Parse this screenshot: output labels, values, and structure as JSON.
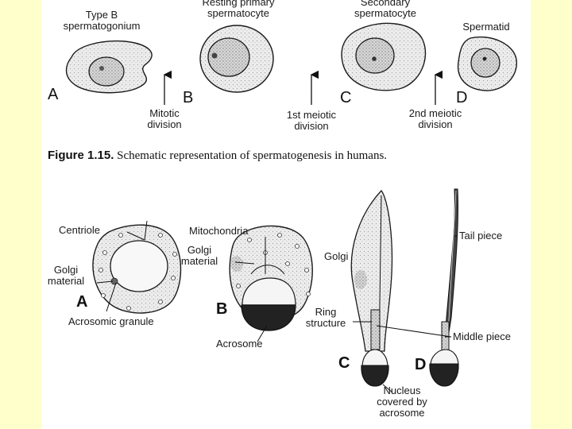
{
  "top_panel": {
    "cells": [
      {
        "name": "Type B\nspermatogonium",
        "letter": "A"
      },
      {
        "name": "Resting primary\nspermatocyte",
        "letter": "B"
      },
      {
        "name": "Secondary\nspermatocyte",
        "letter": "C"
      },
      {
        "name": "Spermatid",
        "letter": "D"
      }
    ],
    "divisions": [
      "Mitotic\ndivision",
      "1st meiotic\ndivision",
      "2nd meiotic\ndivision"
    ]
  },
  "caption": {
    "figure": "Figure 1.15.",
    "text": "Schematic representation of spermatogenesis in humans."
  },
  "bottom_panel": {
    "letters": [
      "A",
      "B",
      "C",
      "D"
    ],
    "labels": {
      "centriole": "Centriole",
      "golgi_material_a": "Golgi\nmaterial",
      "acrosomic_granule": "Acrosomic granule",
      "mitochondria": "Mitochondria",
      "golgi_material_b": "Golgi\nmaterial",
      "acrosome": "Acrosome",
      "golgi": "Golgi",
      "ring_structure": "Ring\nstructure",
      "tail_piece": "Tail piece",
      "middle_piece": "Middle piece",
      "nucleus": "Nucleus\ncovered by\nacrosome"
    }
  },
  "colors": {
    "background": "#ffffcc",
    "panel": "#ffffff",
    "ink": "#1a1a1a",
    "cell_fill": "#e9e9e9"
  }
}
